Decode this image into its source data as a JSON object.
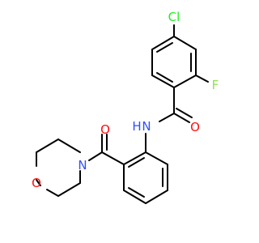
{
  "molecule": {
    "atoms": [
      {
        "id": "Cl",
        "label": "Cl",
        "color": "#1FF01F"
      },
      {
        "id": "F",
        "label": "F",
        "color": "#90E050"
      },
      {
        "id": "NH",
        "label": "H",
        "color": "#3050F8"
      },
      {
        "id": "NH2",
        "label": "N",
        "color": "#3050F8"
      },
      {
        "id": "O1",
        "label": "O",
        "color": "#FF0D0D"
      },
      {
        "id": "O2",
        "label": "O",
        "color": "#FF0D0D"
      },
      {
        "id": "N2",
        "label": "N",
        "color": "#3050F8"
      },
      {
        "id": "O3",
        "label": "O",
        "color": "#FF0D0D"
      }
    ]
  }
}
